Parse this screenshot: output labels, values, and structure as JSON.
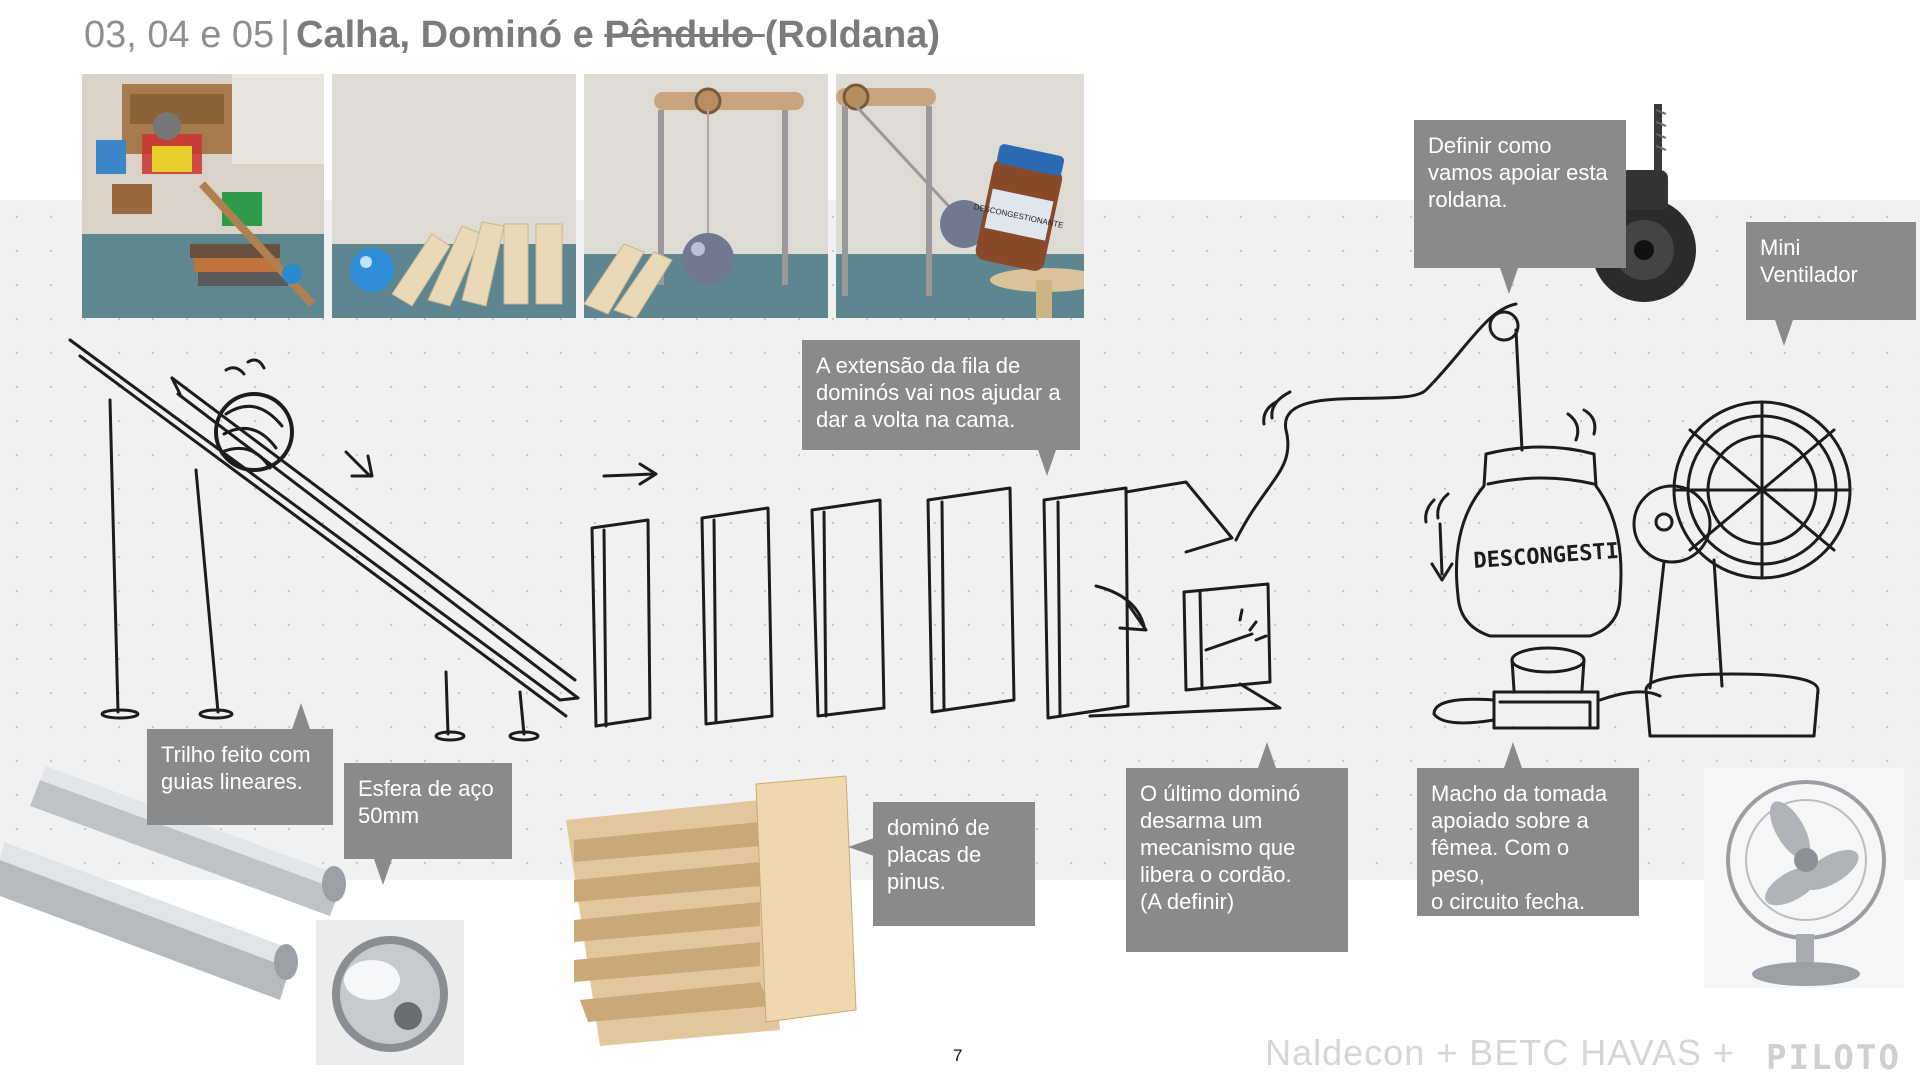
{
  "title": {
    "numbers": "03, 04 e 05",
    "separator": "|",
    "part1": "Calha, Dominó e ",
    "strike": "Pêndulo ",
    "part2": "(Roldana)"
  },
  "callouts": {
    "roldana": "Definir como\nvamos apoiar esta\nroldana.",
    "ventilador": "Mini\nVentilador",
    "extensao": "A extensão da fila de\ndominós vai nos ajudar a\ndar a volta na cama.",
    "trilho": "Trilho feito com\nguias lineares.",
    "esfera": "Esfera de aço\n50mm",
    "domino": "dominó de\nplacas de\npinus.",
    "ultimo": "O último dominó\ndesarma um\nmecanismo que\nlibera o cordão.\n(A definir)",
    "macho": "Macho da tomada\napoiado sobre a\nfêmea. Com o peso,\no circuito fecha."
  },
  "sketch_labels": {
    "jar_label": "DESCONGESTI",
    "photo_jar_label": "DESCONGESTIONANTE"
  },
  "page_number": "7",
  "footer": {
    "text": "Naldecon + BETC HAVAS +",
    "logo": "PILOTO"
  },
  "colors": {
    "callout_bg": "#8a8a8a",
    "title_gray": "#8f8f8f",
    "footer_gray": "#d6d6d6",
    "paper": "#f1f1f1"
  }
}
